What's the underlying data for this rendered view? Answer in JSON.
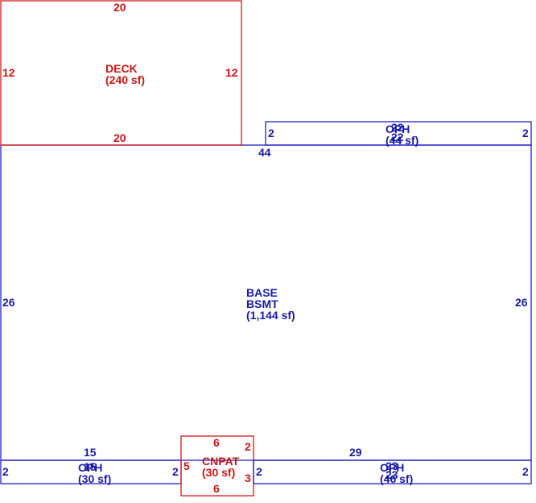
{
  "colors": {
    "blue": "#1a1aa8",
    "red": "#cc1414"
  },
  "areas": {
    "deck": {
      "name": "DECK",
      "area": "(240 sf)",
      "dim_top": "20",
      "dim_bottom": "20",
      "dim_left": "12",
      "dim_right": "12"
    },
    "oh_top": {
      "name": "OPH",
      "area": "(44 sf)",
      "dim_top": "22",
      "dim_bottom": "22",
      "dim_left": "2",
      "dim_right": "2"
    },
    "base": {
      "name": "BASE",
      "subname": "BSMT",
      "area": "(1,144 sf)",
      "dim_top": "44",
      "dim_left": "26",
      "dim_right": "26"
    },
    "oh_bottom_left": {
      "name": "OPH",
      "area": "(30 sf)",
      "dim_top": "15",
      "dim_bottom": "15",
      "dim_left": "2",
      "dim_right": "2"
    },
    "cnpat": {
      "name": "CNPAT",
      "area": "(30 sf)",
      "dim_top": "6",
      "dim_bottom": "6",
      "dim_left": "5",
      "dim_right_upper": "2",
      "dim_right_lower": "3"
    },
    "oh_bottom_right": {
      "name": "OPH",
      "area": "(46 sf)",
      "dim_top": "29",
      "dim_bottom": "23",
      "dim_bottom_b": "23",
      "dim_left": "2",
      "dim_right": "2"
    }
  }
}
